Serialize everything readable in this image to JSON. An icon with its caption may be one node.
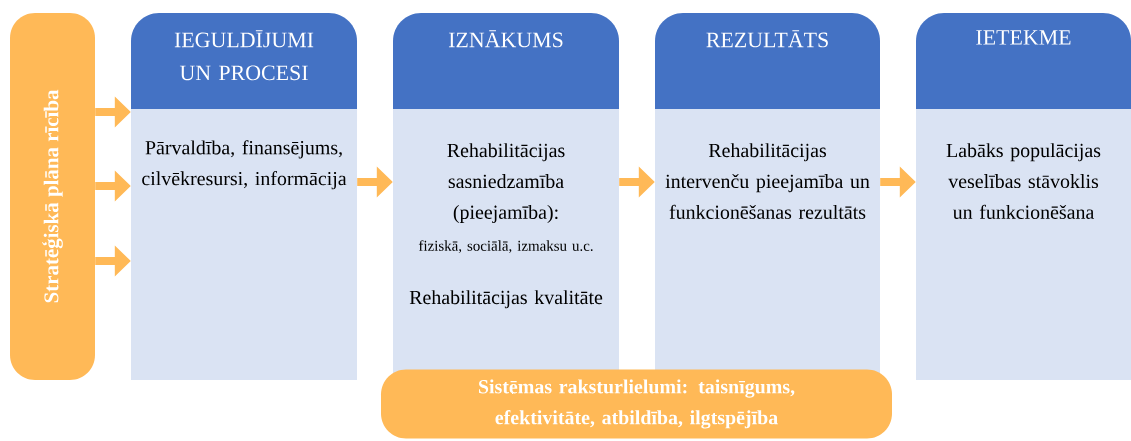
{
  "diagram": {
    "nodes": [
      {
        "text": [
          "Stratēģiskā plāna rīcība"
        ]
      },
      {
        "text": [
          "IEGULDĪJUMI UN PROCESI",
          "Pārvaldība, finansējums, cilvēkresursi, informācija"
        ]
      },
      {
        "text": [
          "IZNĀKUMS",
          "Rehabilitācijas sasniedzamība (pieejamība):",
          "fiziskā, sociālā, izmaksu u.c.",
          "Rehabilitācijas kvalitāte"
        ]
      },
      {
        "text": [
          "REZULTĀTS",
          "Rehabilitācijas intervenču pieejamība un funkcionēšanas rezultāts"
        ]
      },
      {
        "text": [
          "IETEKME",
          "Labāks populācijas veselības stāvoklis un funkcionēšana"
        ]
      },
      {
        "text": [
          "Sistēmas raksturlielumi: taisnīgums, efektivitāte, atbildība, ilgtspējība"
        ]
      }
    ],
    "edges": [
      {
        "from": 0,
        "to": 1,
        "arrow": "to"
      },
      {
        "from": 0,
        "to": 1,
        "arrow": "to"
      },
      {
        "from": 0,
        "to": 1,
        "arrow": "to"
      },
      {
        "from": 1,
        "to": 2,
        "arrow": "to"
      },
      {
        "from": 2,
        "to": 3,
        "arrow": "to"
      },
      {
        "from": 3,
        "to": 4,
        "arrow": "to"
      }
    ]
  }
}
